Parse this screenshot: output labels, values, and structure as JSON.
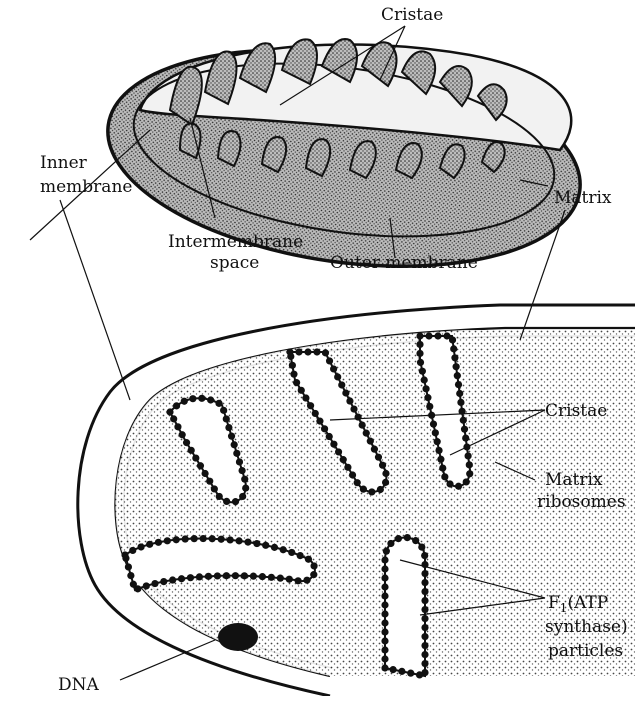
{
  "labels": {
    "cristae_top": "Cristae",
    "inner_membrane_1": "Inner",
    "inner_membrane_2": "membrane",
    "matrix": "Matrix",
    "intermembrane_1": "Intermembrane",
    "intermembrane_2": "space",
    "outer_membrane": "Outer membrane",
    "cristae_bottom": "Cristae",
    "matrix_ribosomes_1": "Matrix",
    "matrix_ribosomes_2": "ribosomes",
    "f1_prefix": "F",
    "f1_sub": "1",
    "f1_rest": "(ATP",
    "f1_line2": "synthase)",
    "f1_line3": "particles",
    "dna": "DNA"
  }
}
